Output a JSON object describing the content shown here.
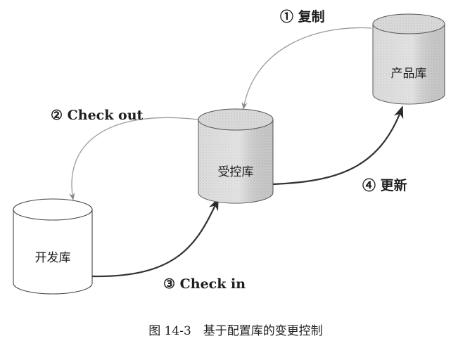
{
  "diagram": {
    "nodes": {
      "production_repo": {
        "label": "产品库",
        "style": "shaded"
      },
      "controlled_repo": {
        "label": "受控库",
        "style": "shaded"
      },
      "development_repo": {
        "label": "开发库",
        "style": "plain"
      }
    },
    "edges": [
      {
        "id": "copy",
        "label": "① 复制",
        "from": "production_repo",
        "to": "controlled_repo",
        "style": "light"
      },
      {
        "id": "check_out",
        "label": "② Check out",
        "from": "controlled_repo",
        "to": "development_repo",
        "style": "light"
      },
      {
        "id": "check_in",
        "label": "③ Check in",
        "from": "development_repo",
        "to": "controlled_repo",
        "style": "dark"
      },
      {
        "id": "update",
        "label": "④ 更新",
        "from": "controlled_repo",
        "to": "production_repo",
        "style": "dark"
      }
    ]
  },
  "caption": "图 14-3　基于配置库的变更控制"
}
